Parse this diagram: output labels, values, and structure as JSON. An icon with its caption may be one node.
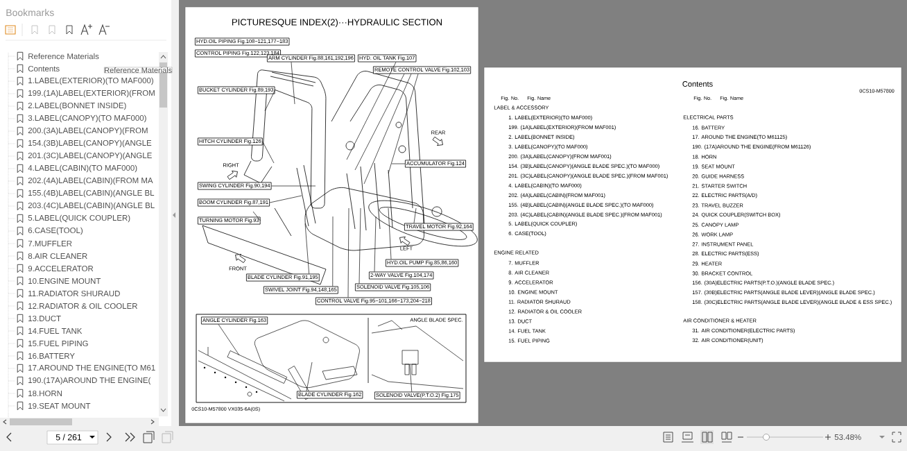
{
  "diagram": {
    "title": "PICTURESQUE INDEX(2)···HYDRAULIC SECTION",
    "nodes": [
      {
        "text": [
          "HYD.OIL PIPING Fig.108~121,177~183"
        ]
      },
      {
        "text": [
          "CONTROL PIPING Fig.122,123,184"
        ]
      },
      {
        "text": [
          "ARM CYLINDER Fig.88,161,192,196"
        ]
      },
      {
        "text": [
          "HYD. OIL TANK Fig.107"
        ]
      },
      {
        "text": [
          "REMOTE CONTROL VALVE Fig.102,103"
        ]
      },
      {
        "text": [
          "BUCKET CYLINDER Fig.89,193"
        ]
      },
      {
        "text": [
          "HITCH CYLINDER Fig.126"
        ]
      },
      {
        "text": [
          "ACCUMULATOR Fig.124"
        ]
      },
      {
        "text": [
          "SWING CYLINDER Fig.90,194"
        ]
      },
      {
        "text": [
          "BOOM CYLINDER Fig.87,191"
        ]
      },
      {
        "text": [
          "TURNING MOTOR Fig.93"
        ]
      },
      {
        "text": [
          "TRAVEL MOTOR Fig.92,164"
        ]
      },
      {
        "text": [
          "HYD.OIL PUMP Fig.85,86,160"
        ]
      },
      {
        "text": [
          "2-WAY VALVE Fig.104,174"
        ]
      },
      {
        "text": [
          "SOLENOID VALVE Fig.105,106"
        ]
      },
      {
        "text": [
          "BLADE CYLINDER Fig.91,195"
        ]
      },
      {
        "text": [
          "SWIVEL JOINT Fig.94,148,165"
        ]
      },
      {
        "text": [
          "CONTROL VALVE Fig.95~101,166~173,204~218"
        ]
      },
      {
        "text": [
          "ANGLE CYLINDER Fig.163"
        ]
      },
      {
        "text": [
          "BLADE CYLINDER Fig.162"
        ]
      },
      {
        "text": [
          "SOLENOID VALVE(P.T.O.2) Fig.175"
        ]
      },
      {
        "text": [
          "REAR"
        ]
      },
      {
        "text": [
          "RIGHT"
        ]
      },
      {
        "text": [
          "LEFT"
        ]
      },
      {
        "text": [
          "FRONT"
        ]
      }
    ],
    "edges": [
      {
        "from": 2,
        "to": null,
        "arrow": "none"
      },
      {
        "from": 3,
        "to": null,
        "arrow": "none"
      },
      {
        "from": 4,
        "to": null,
        "arrow": "none"
      },
      {
        "from": 4,
        "to": null,
        "arrow": "none"
      },
      {
        "from": 4,
        "to": null,
        "arrow": "none"
      },
      {
        "from": 5,
        "to": null,
        "arrow": "none"
      },
      {
        "from": 6,
        "to": null,
        "arrow": "none"
      },
      {
        "from": 7,
        "to": null,
        "arrow": "none"
      },
      {
        "from": 8,
        "to": null,
        "arrow": "none"
      },
      {
        "from": 9,
        "to": null,
        "arrow": "none"
      },
      {
        "from": 10,
        "to": null,
        "arrow": "none"
      },
      {
        "from": 11,
        "to": null,
        "arrow": "none"
      },
      {
        "from": 12,
        "to": null,
        "arrow": "none"
      },
      {
        "from": 13,
        "to": null,
        "arrow": "none"
      },
      {
        "from": 14,
        "to": null,
        "arrow": "none"
      },
      {
        "from": 15,
        "to": null,
        "arrow": "none"
      },
      {
        "from": 16,
        "to": null,
        "arrow": "none"
      },
      {
        "from": 17,
        "to": null,
        "arrow": "none"
      },
      {
        "from": 18,
        "to": null,
        "arrow": "none"
      },
      {
        "from": 19,
        "to": null,
        "arrow": "none"
      },
      {
        "from": 20,
        "to": null,
        "arrow": "none"
      }
    ],
    "labels": [
      "Bookmarks",
      "Reference Materials",
      "Contents",
      "1.LABEL(EXTERIOR)(TO MAF000)",
      "199.(1A)LABEL(EXTERIOR)(FROM",
      "2.LABEL(BONNET INSIDE)",
      "3.LABEL(CANOPY)(TO MAF000)",
      "200.(3A)LABEL(CANOPY)(FROM",
      "154.(3B)LABEL(CANOPY)(ANGLE",
      "201.(3C)LABEL(CANOPY)(ANGLE",
      "4.LABEL(CABIN)(TO MAF000)",
      "202.(4A)LABEL(CABIN)(FROM MA",
      "155.(4B)LABEL(CABIN)(ANGLE BL",
      "203.(4C)LABEL(CABIN)(ANGLE BL",
      "5.LABEL(QUICK COUPLER)",
      "6.CASE(TOOL)",
      "7.MUFFLER",
      "8.AIR CLEANER",
      "9.ACCELERATOR",
      "10.ENGINE MOUNT",
      "11.RADIATOR SHURAUD",
      "12.RADIATOR & OIL COOLER",
      "13.DUCT",
      "14.FUEL TANK",
      "15.FUEL PIPING",
      "16.BATTERY",
      "17.AROUND THE ENGINE(TO M61",
      "190.(17A)AROUND THE ENGINE(",
      "18.HORN",
      "19.SEAT MOUNT",
      "Reference Materials",
      "ANGLE BLADE SPEC.",
      "0CS10-M57800 VX035-6A(0S)",
      "Contents",
      "0CS10-M57800",
      "Fig. No.",
      "Fig. Name",
      "Fig. No.",
      "Fig. Name",
      "LABEL & ACCESSORY",
      "1. LABEL(EXTERIOR)(TO MAF000)",
      "199. (1A)LABEL(EXTERIOR)(FROM MAF001)",
      "2. LABEL(BONNET INSIDE)",
      "3. LABEL(CANOPY)(TO MAF000)",
      "200. (3A)LABEL(CANOPY)(FROM MAF001)",
      "154. (3B)LABEL(CANOPY)(ANGLE BLADE SPEC.)(TO MAF000)",
      "201. (3C)LABEL(CANOPY)(ANGLE BLADE SPEC.)(FROM MAF001)",
      "4. LABEL(CABIN)(TO MAF000)",
      "202. (4A)LABEL(CABIN)(FROM MAF001)",
      "155. (4B)LABEL(CABIN)(ANGLE BLADE SPEC.)(TO MAF000)",
      "203. (4C)LABEL(CABIN)(ANGLE BLADE SPEC.)(FROM MAF001)",
      "5. LABEL(QUICK COUPLER)",
      "6. CASE(TOOL)",
      "ENGINE RELATED",
      "7. MUFFLER",
      "8. AIR CLEANER",
      "9. ACCELERATOR",
      "10. ENGINE MOUNT",
      "11. RADIATOR SHURAUD",
      "12. RADIATOR & OIL COOLER",
      "13. DUCT",
      "14. FUEL TANK",
      "15. FUEL PIPING",
      "ELECTRICAL PARTS",
      "16. BATTERY",
      "17. AROUND THE ENGINE(TO M61125)",
      "190. (17A)AROUND THE ENGINE(FROM M61126)",
      "18. HORN",
      "19. SEAT MOUNT",
      "20. GUIDE HARNESS",
      "21. STARTER SWITCH",
      "22. ELECTRIC PARTS(A/D)",
      "23. TRAVEL BUZZER",
      "24. QUICK COUPLER(SWITCH BOX)",
      "25. CANOPY LAMP",
      "26. WORK LAMP",
      "27. INSTRUMENT PANEL",
      "28. ELECTRIC PARTS(ESS)",
      "29. HEATER",
      "30. BRACKET CONTROL",
      "156. (30A)ELECTRIC PARTS(P.T.O.)(ANGLE BLADE SPEC.)",
      "157. (30B)ELECTRIC PARTS(ANGLE BLADE LEVER)(ANGLE BLADE SPEC.)",
      "158. (30C)ELECTRIC PARTS(ANGLE BLADE LEVER)(ANGLE BLADE & ESS SPEC.)",
      "AIR CONDITIONER & HEATER",
      "31. AIR CONDITIONER(ELECTRIC PARTS)",
      "32. AIR CONDITIONER(UNIT)",
      "5 / 261",
      "53.48%"
    ]
  }
}
